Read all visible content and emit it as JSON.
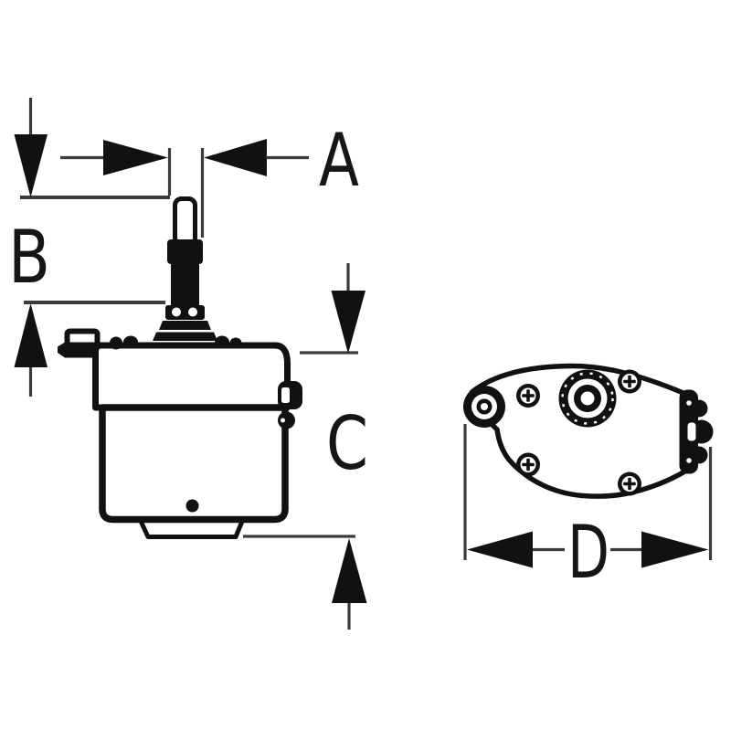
{
  "diagram": {
    "background_color": "#ffffff",
    "line_color": "#111111",
    "dimension_line_color": "#3b3b3b",
    "dimensions": {
      "a": {
        "label": "A"
      },
      "b": {
        "label": "B"
      },
      "c": {
        "label": "C"
      },
      "d": {
        "label": "D"
      }
    }
  }
}
